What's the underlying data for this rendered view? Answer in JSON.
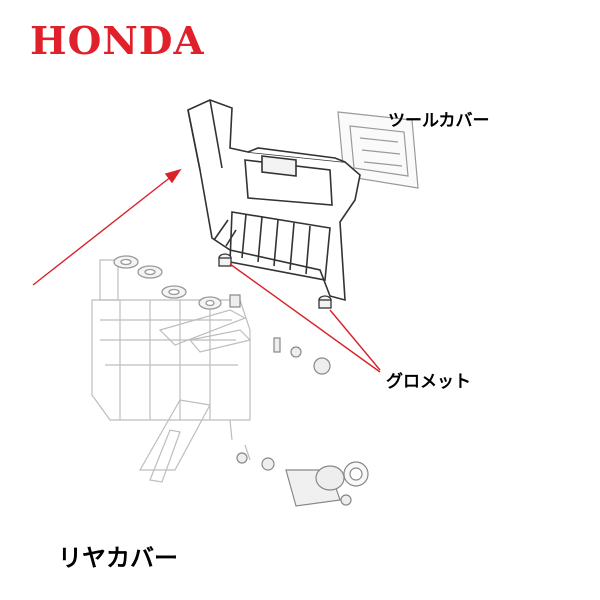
{
  "brand": {
    "logo_text": "HONDA",
    "color": "#e0202a"
  },
  "labels": {
    "tool_cover": "ツールカバー",
    "grommet": "グロメット",
    "part_name": "リヤカバー"
  },
  "colors": {
    "pointer": "#d8232a",
    "drawing": "#444444",
    "faded": "#bbbbbb"
  }
}
